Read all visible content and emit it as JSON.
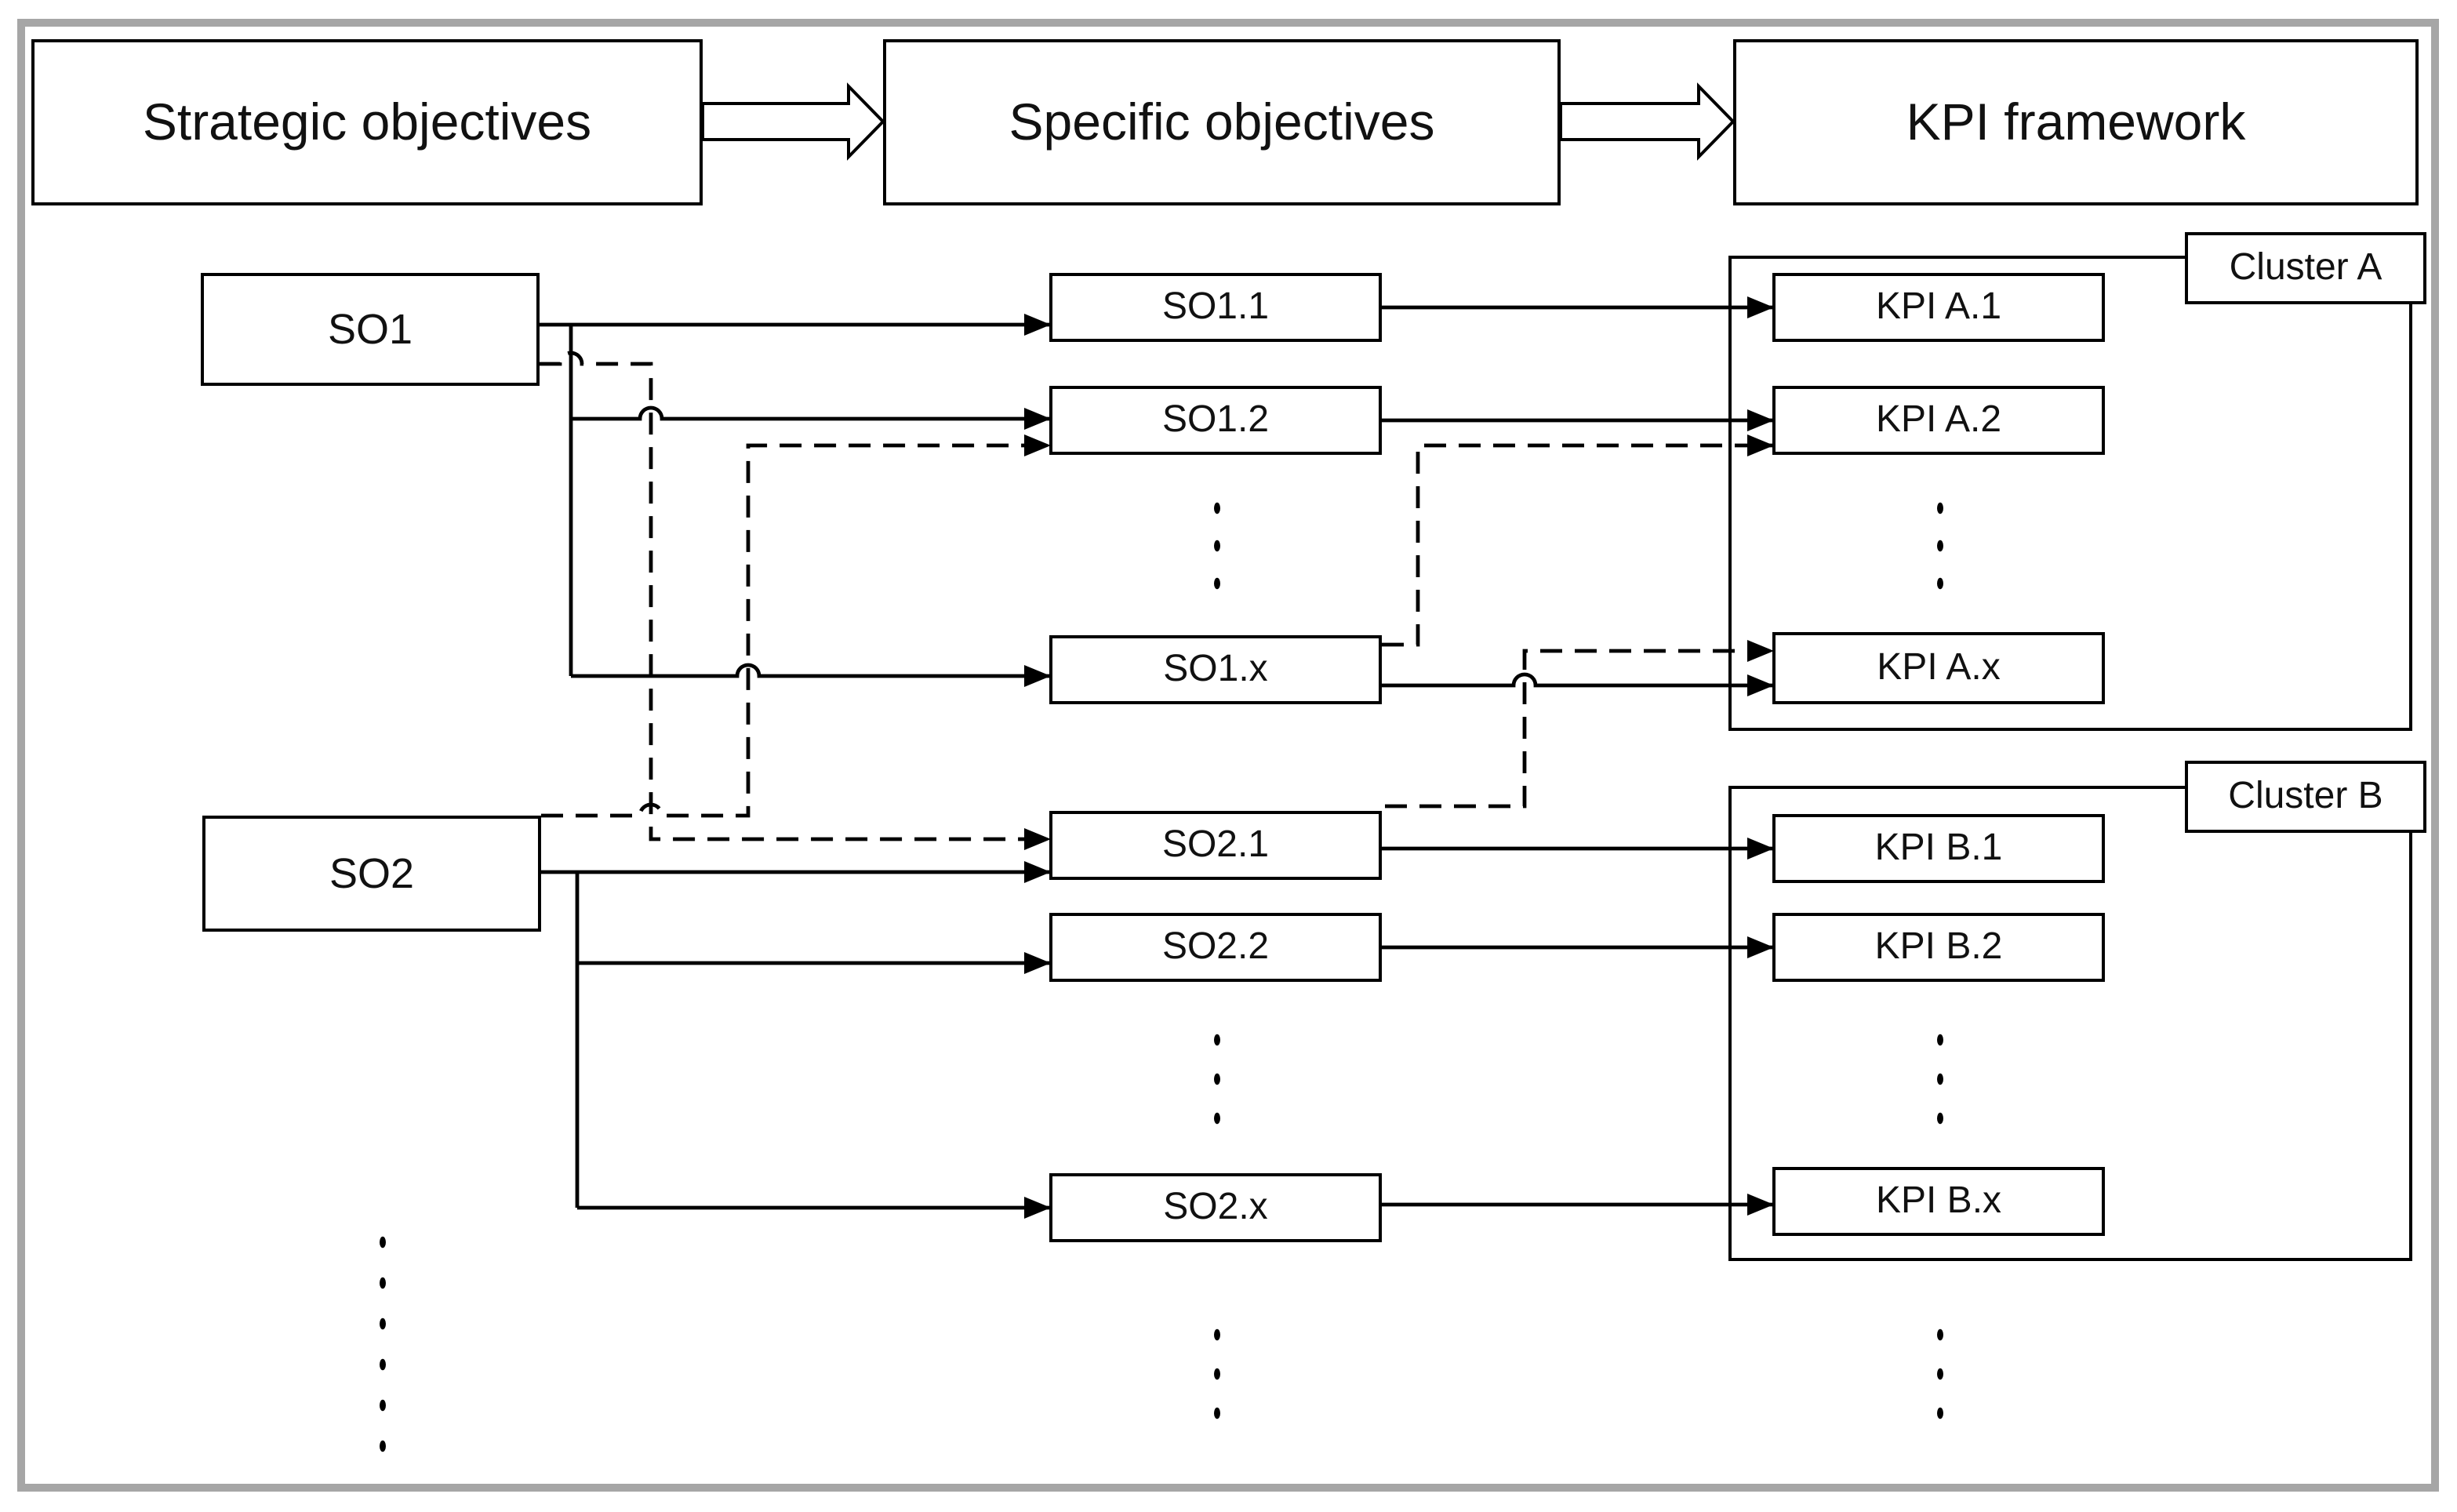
{
  "colors": {
    "background": "#ffffff",
    "line": "#000000",
    "frame_border": "#a6a6a6",
    "text": "#111111"
  },
  "header": {
    "steps": [
      {
        "label": "Strategic objectives"
      },
      {
        "label": "Specific objectives"
      },
      {
        "label": "KPI framework"
      }
    ]
  },
  "strategic_objectives": [
    {
      "label": "SO1"
    },
    {
      "label": "SO2"
    }
  ],
  "specific_objectives": [
    {
      "label": "SO1.1"
    },
    {
      "label": "SO1.2"
    },
    {
      "label": "SO1.x"
    },
    {
      "label": "SO2.1"
    },
    {
      "label": "SO2.2"
    },
    {
      "label": "SO2.x"
    }
  ],
  "kpis": [
    {
      "label": "KPI A.1"
    },
    {
      "label": "KPI A.2"
    },
    {
      "label": "KPI A.x"
    },
    {
      "label": "KPI B.1"
    },
    {
      "label": "KPI B.2"
    },
    {
      "label": "KPI B.x"
    }
  ],
  "clusters": [
    {
      "label": "Cluster A"
    },
    {
      "label": "Cluster B"
    }
  ],
  "edges": {
    "solid": [
      {
        "from": "SO1",
        "to": "SO1.1"
      },
      {
        "from": "SO1",
        "to": "SO1.2"
      },
      {
        "from": "SO1",
        "to": "SO1.x"
      },
      {
        "from": "SO2",
        "to": "SO2.1"
      },
      {
        "from": "SO2",
        "to": "SO2.2"
      },
      {
        "from": "SO2",
        "to": "SO2.x"
      },
      {
        "from": "SO1.1",
        "to": "KPI A.1"
      },
      {
        "from": "SO1.2",
        "to": "KPI A.2"
      },
      {
        "from": "SO1.x",
        "to": "KPI A.x"
      },
      {
        "from": "SO2.1",
        "to": "KPI B.1"
      },
      {
        "from": "SO2.2",
        "to": "KPI B.2"
      },
      {
        "from": "SO2.x",
        "to": "KPI B.x"
      }
    ],
    "dashed": [
      {
        "from": "SO1",
        "to": "SO2.1"
      },
      {
        "from": "SO2",
        "to": "SO1.2"
      },
      {
        "from": "SO1.x",
        "to": "KPI A.2"
      },
      {
        "from": "SO2.1",
        "to": "KPI A.x"
      }
    ]
  },
  "ellipsis_columns": {
    "strategic_below_SO2": 6,
    "specific_between_SO1.2_SO1.x": 3,
    "specific_between_SO2.2_SO2.x": 3,
    "specific_below_SO2.x": 3,
    "kpi_between_A.2_A.x": 3,
    "kpi_between_B.2_B.x": 3,
    "kpi_below_B.x": 3
  }
}
